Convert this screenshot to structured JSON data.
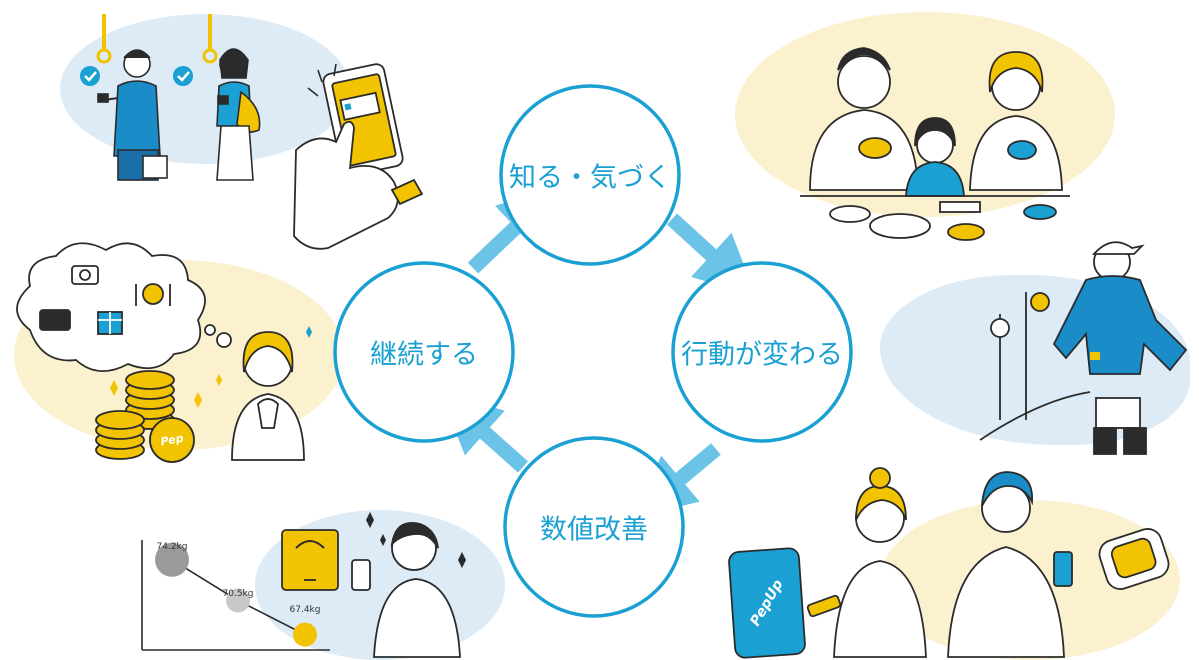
{
  "cycle": {
    "steps": [
      {
        "id": "know",
        "label": "知る・気づく"
      },
      {
        "id": "act",
        "label": "行動が変わる"
      },
      {
        "id": "improve",
        "label": "数値改善"
      },
      {
        "id": "continue",
        "label": "継続する"
      }
    ]
  },
  "weight_chart": {
    "points": [
      {
        "label": "74.2kg",
        "value": 74.2
      },
      {
        "label": "70.5kg",
        "value": 70.5
      },
      {
        "label": "67.4kg",
        "value": 67.4
      }
    ]
  },
  "phone_brand": "PepUp",
  "coin_brand": "Pep",
  "colors": {
    "accent_blue": "#1aa0d2",
    "yellow": "#f2c300",
    "light_blue_bg": "#dcebf6",
    "light_yellow_bg": "#fbf1cf",
    "ink": "#2b2b2b"
  }
}
